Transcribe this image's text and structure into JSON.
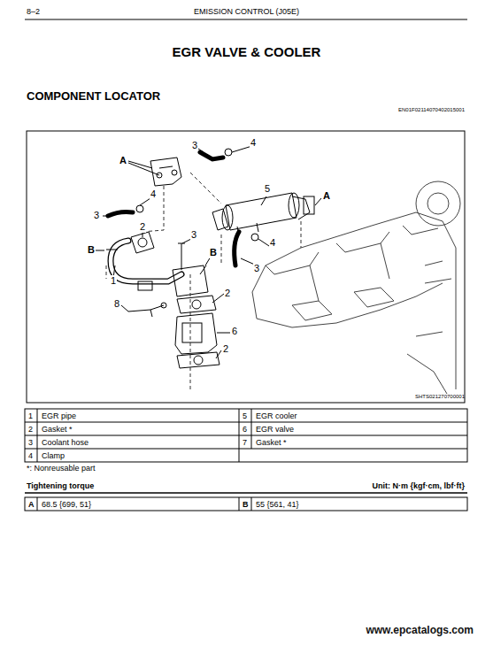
{
  "diagram": {
    "title": "EGR VALVE & COOLER",
    "labels": [
      "8–2",
      "EMISSION CONTROL (J05E)",
      "COMPONENT LOCATOR",
      "EN01F02114070402015001",
      "3",
      "4",
      "A",
      "4",
      "5",
      "A",
      "3",
      "2",
      "3",
      "B",
      "B",
      "4",
      "1",
      "3",
      "2",
      "8",
      "6",
      "2",
      "SHTS021270700001",
      "1",
      "EGR pipe",
      "5",
      "EGR cooler",
      "2",
      "Gasket *",
      "6",
      "EGR valve",
      "3",
      "Coolant hose",
      "7",
      "Gasket *",
      "4",
      "Clamp",
      "*: Nonreusable part",
      "Tightening torque",
      "Unit: N·m {kgf·cm, lbf·ft}",
      "A",
      "68.5 {699, 51}",
      "B",
      "55 {561, 41}",
      "www.epcatalogs.com"
    ]
  }
}
